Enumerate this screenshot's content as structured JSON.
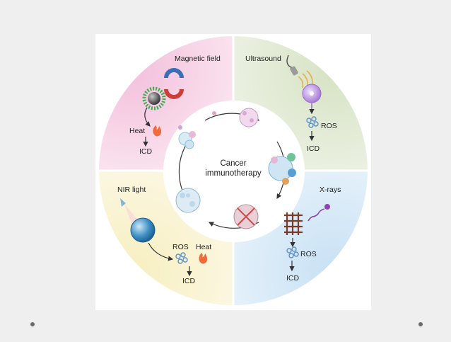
{
  "diagram": {
    "center_label_line1": "Cancer",
    "center_label_line2": "immunotherapy",
    "quadrants": {
      "top_left": {
        "title": "Magnetic field",
        "outputs": [
          "Heat"
        ],
        "result": "ICD",
        "color": "#f6d3e6"
      },
      "top_right": {
        "title": "Ultrasound",
        "outputs": [
          "ROS"
        ],
        "result": "ICD",
        "color": "#e2ead5"
      },
      "bottom_left": {
        "title": "NIR light",
        "outputs": [
          "ROS",
          "Heat"
        ],
        "result": "ICD",
        "color": "#f8f2cf"
      },
      "bottom_right": {
        "title": "X-rays",
        "outputs": [
          "ROS"
        ],
        "result": "ICD",
        "color": "#d7e9f6"
      }
    }
  }
}
